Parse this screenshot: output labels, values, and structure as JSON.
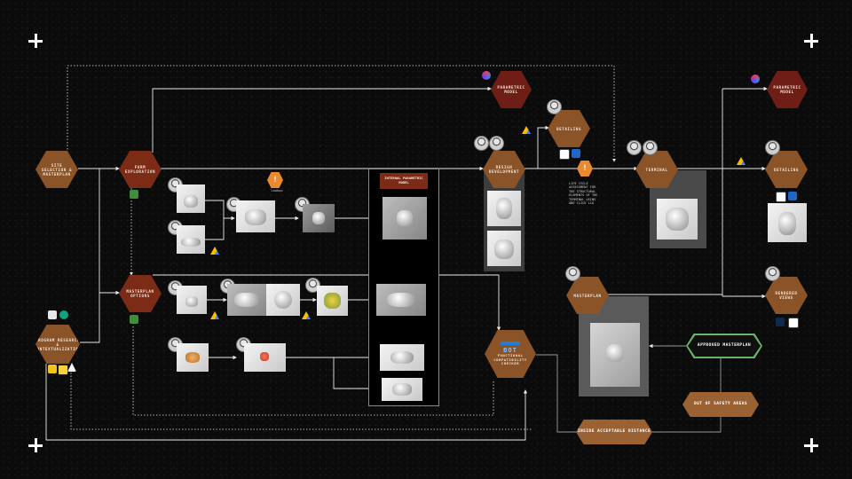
{
  "nodes": {
    "site_selection": "SITE SELECTION & MASTERPLAN",
    "form_exploration": "FORM EXPLORATION",
    "masterplan_options": "MASTERPLAN OPTIONS",
    "program_research": "PROGRAM RESEARCH & CONTEXTUALIZATION",
    "parametric_model_1": "PARAMETRIC MODEL",
    "parametric_model_2": "PARAMETRIC MODEL",
    "detailing_1": "DETAILING",
    "detailing_2": "DETAILING",
    "design_development": "DESIGN DEVELOPMENT",
    "terminal": "TERMINAL",
    "masterplan": "MASTERPLAN",
    "rendered_views": "RENDERED VIEWS",
    "internal_parametric": "INTERNAL PARAMETRIC MODEL"
  },
  "bot": {
    "title": "BOT",
    "subtitle": "FUNCTIONAL COMPATIBILITY CHECKER"
  },
  "decisions": {
    "approved": "APPROVED MASTERPLAN",
    "out_of_safety": "OUT OF SAFETY AREAS",
    "inside_acceptable": "INSIDE ACCEPTABLE DISTANCE"
  },
  "notes": {
    "warn_symbol": "!",
    "lookup": "Lookup",
    "note_block": "LIFE CYCLE ASSESSMENT FOR THE STRUCTURAL ELEMENTS OF THE TERMINAL USING ONE CLICK LCA"
  },
  "colors": {
    "background": "#0b0b0b",
    "hex_brown": "#8a5328",
    "hex_red": "#7b2b16",
    "hex_dark_red": "#6e1e15",
    "decision_green": "#6bb36b",
    "decision_fill": "#9a6233",
    "flow_line": "#e8e8e8",
    "warning": "#e98a2e"
  },
  "icons": [
    "plus-icon",
    "google-drive-icon",
    "grasshopper-icon",
    "rhino-icon",
    "photoshop-icon",
    "chatgpt-icon",
    "warning-icon"
  ]
}
